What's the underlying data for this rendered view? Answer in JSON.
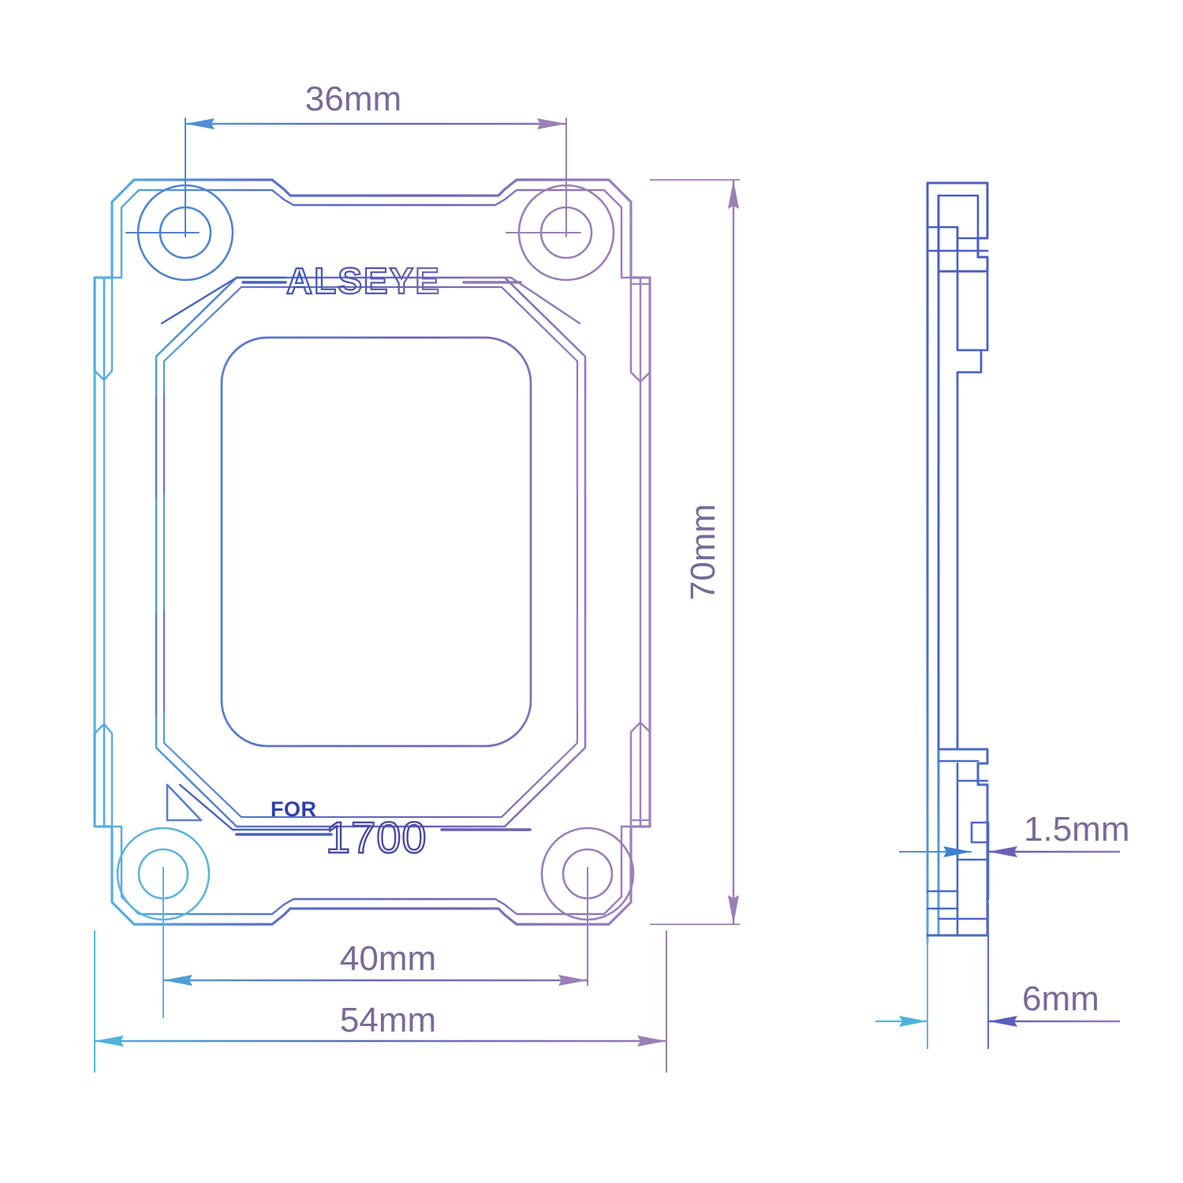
{
  "document": {
    "type": "engineering-drawing",
    "subject": "CPU cooler mounting bracket / backplate",
    "background_color": "#ffffff"
  },
  "branding": {
    "logo_text": "ALSEYE",
    "for_label": "FOR",
    "model_number": "1700"
  },
  "dimensions": {
    "hole_pitch_horizontal": "36mm",
    "overall_height": "70mm",
    "inner_width": "40mm",
    "overall_width": "54mm",
    "step_thickness": "1.5mm",
    "plate_thickness": "6mm"
  },
  "dimension_list": [
    {
      "id": "top-pitch",
      "label": "36mm",
      "orientation": "horizontal",
      "view": "front"
    },
    {
      "id": "right-height",
      "label": "70mm",
      "orientation": "vertical",
      "view": "front"
    },
    {
      "id": "bottom-pitch",
      "label": "40mm",
      "orientation": "horizontal",
      "view": "front"
    },
    {
      "id": "bottom-width",
      "label": "54mm",
      "orientation": "horizontal",
      "view": "front"
    },
    {
      "id": "side-step",
      "label": "1.5mm",
      "orientation": "horizontal",
      "view": "side"
    },
    {
      "id": "side-thick",
      "label": "6mm",
      "orientation": "horizontal",
      "view": "side"
    }
  ],
  "colors": {
    "accent_cyan": "#55b6e0",
    "accent_blue": "#4a5ec0",
    "accent_purple": "#9c7fb5",
    "text_purple": "#7a6a96",
    "text_blue": "#2f3fae",
    "line_mid": "#6a6fbb"
  },
  "views": {
    "front": {
      "name": "front-view",
      "holes": 4
    },
    "side": {
      "name": "side-view"
    }
  },
  "icons": {
    "orientation_marker": "triangle-marker-icon"
  }
}
